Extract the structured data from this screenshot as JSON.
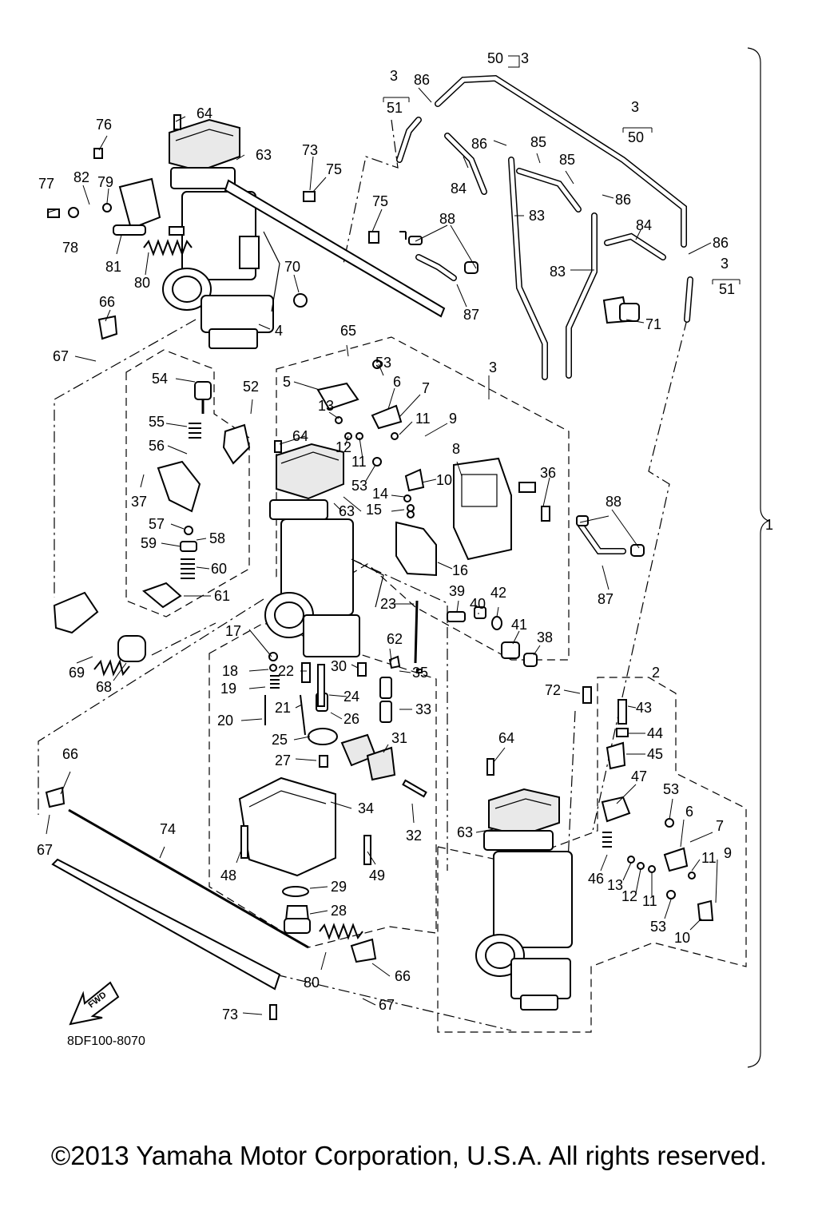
{
  "diagram": {
    "code": "8DF100-8070",
    "fwd_label": "FWD",
    "copyright": "©2013 Yamaha Motor Corporation, U.S.A. All rights reserved.",
    "labels": {
      "p1": "1",
      "p2": "2",
      "p3": "3",
      "p4": "4",
      "p5": "5",
      "p6": "6",
      "p7": "7",
      "p8": "8",
      "p9": "9",
      "p10": "10",
      "p11": "11",
      "p12": "12",
      "p13": "13",
      "p14": "14",
      "p15": "15",
      "p16": "16",
      "p17": "17",
      "p18": "18",
      "p19": "19",
      "p20": "20",
      "p21": "21",
      "p22": "22",
      "p23": "23",
      "p24": "24",
      "p25": "25",
      "p26": "26",
      "p27": "27",
      "p28": "28",
      "p29": "29",
      "p30": "30",
      "p31": "31",
      "p32": "32",
      "p33": "33",
      "p34": "34",
      "p35": "35",
      "p36": "36",
      "p37": "37",
      "p38": "38",
      "p39": "39",
      "p40": "40",
      "p41": "41",
      "p42": "42",
      "p43": "43",
      "p44": "44",
      "p45": "45",
      "p46": "46",
      "p47": "47",
      "p48": "48",
      "p49": "49",
      "p50": "50",
      "p51": "51",
      "p52": "52",
      "p53": "53",
      "p54": "54",
      "p55": "55",
      "p56": "56",
      "p57": "57",
      "p58": "58",
      "p59": "59",
      "p60": "60",
      "p61": "61",
      "p62": "62",
      "p63": "63",
      "p64": "64",
      "p65": "65",
      "p66": "66",
      "p67": "67",
      "p68": "68",
      "p69": "69",
      "p70": "70",
      "p71": "71",
      "p72": "72",
      "p73": "73",
      "p74": "74",
      "p75": "75",
      "p76": "76",
      "p77": "77",
      "p78": "78",
      "p79": "79",
      "p80": "80",
      "p81": "81",
      "p82": "82",
      "p83": "83",
      "p84": "84",
      "p85": "85",
      "p86": "86",
      "p87": "87",
      "p88": "88"
    }
  }
}
